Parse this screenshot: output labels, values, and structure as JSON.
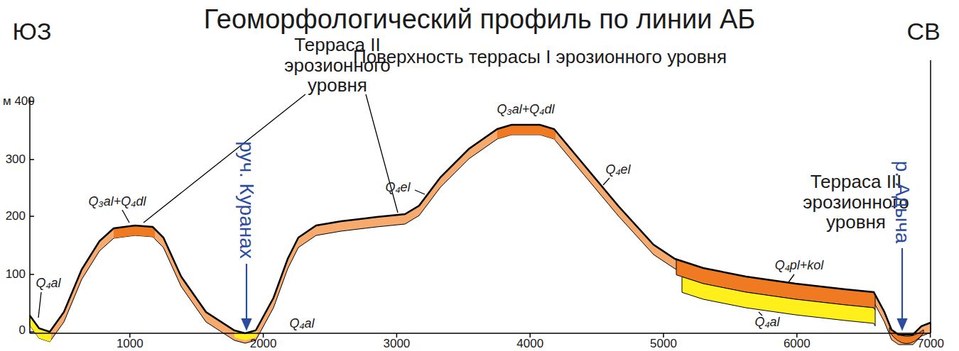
{
  "diagram": {
    "title": "Геоморфологический профиль по линии АБ",
    "labels": [
      "ЮЗ",
      "СВ",
      "м 400",
      "300",
      "200",
      "100",
      "0",
      "1000",
      "2000",
      "3000",
      "4000",
      "5000",
      "6000",
      "7000",
      "Терраса II эрозионного уровня",
      "Поверхность террасы I эрозионного уровня",
      "Терраса III эрозионного уровня",
      "руч. Куранах",
      "р. Адыча",
      "Q₄al",
      "Q₃al+Q₄dl",
      "Q₄al",
      "Q₄el",
      "Q₃al+Q₄dl",
      "Q₄el",
      "Q₄pl+kol",
      "Q₄al"
    ]
  }
}
